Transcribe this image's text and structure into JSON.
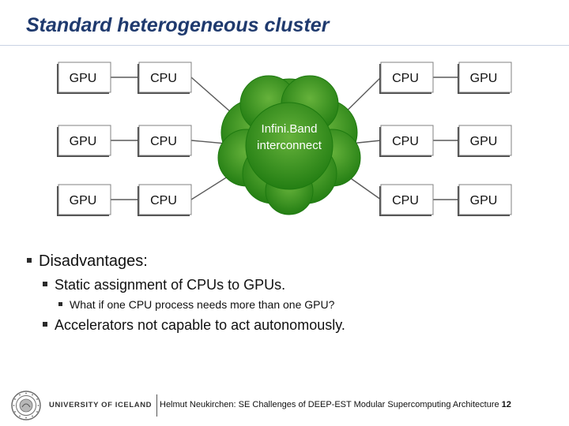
{
  "slide": {
    "title": "Standard heterogeneous cluster"
  },
  "diagram": {
    "interconnect_label": [
      "Infini.Band",
      "interconnect"
    ],
    "rows": [
      {
        "left": [
          "GPU",
          "CPU"
        ],
        "right": [
          "CPU",
          "GPU"
        ]
      },
      {
        "left": [
          "GPU",
          "CPU"
        ],
        "right": [
          "CPU",
          "GPU"
        ]
      },
      {
        "left": [
          "GPU",
          "CPU"
        ],
        "right": [
          "CPU",
          "GPU"
        ]
      }
    ],
    "colors": {
      "box_fill": "#ffffff",
      "box_border": "#808080",
      "box_shadow": "#4a4a4a",
      "link": "#5a5a5a",
      "cloud_light": "#66b23b",
      "cloud_dark": "#1e7a10",
      "cloud_text": "#ffffff"
    }
  },
  "bullets": {
    "heading": "Disadvantages:",
    "item1": "Static assignment of CPUs to GPUs.",
    "item1_sub": "What if one CPU process needs more than one GPU?",
    "item2": "Accelerators not capable to act autonomously."
  },
  "footer": {
    "university": "UNIVERSITY OF ICELAND",
    "citation": "Helmut Neukirchen: SE Challenges of DEEP-EST Modular Supercomputing Architecture",
    "page_number": "12"
  },
  "theme": {
    "title_color": "#1f3a6e"
  }
}
